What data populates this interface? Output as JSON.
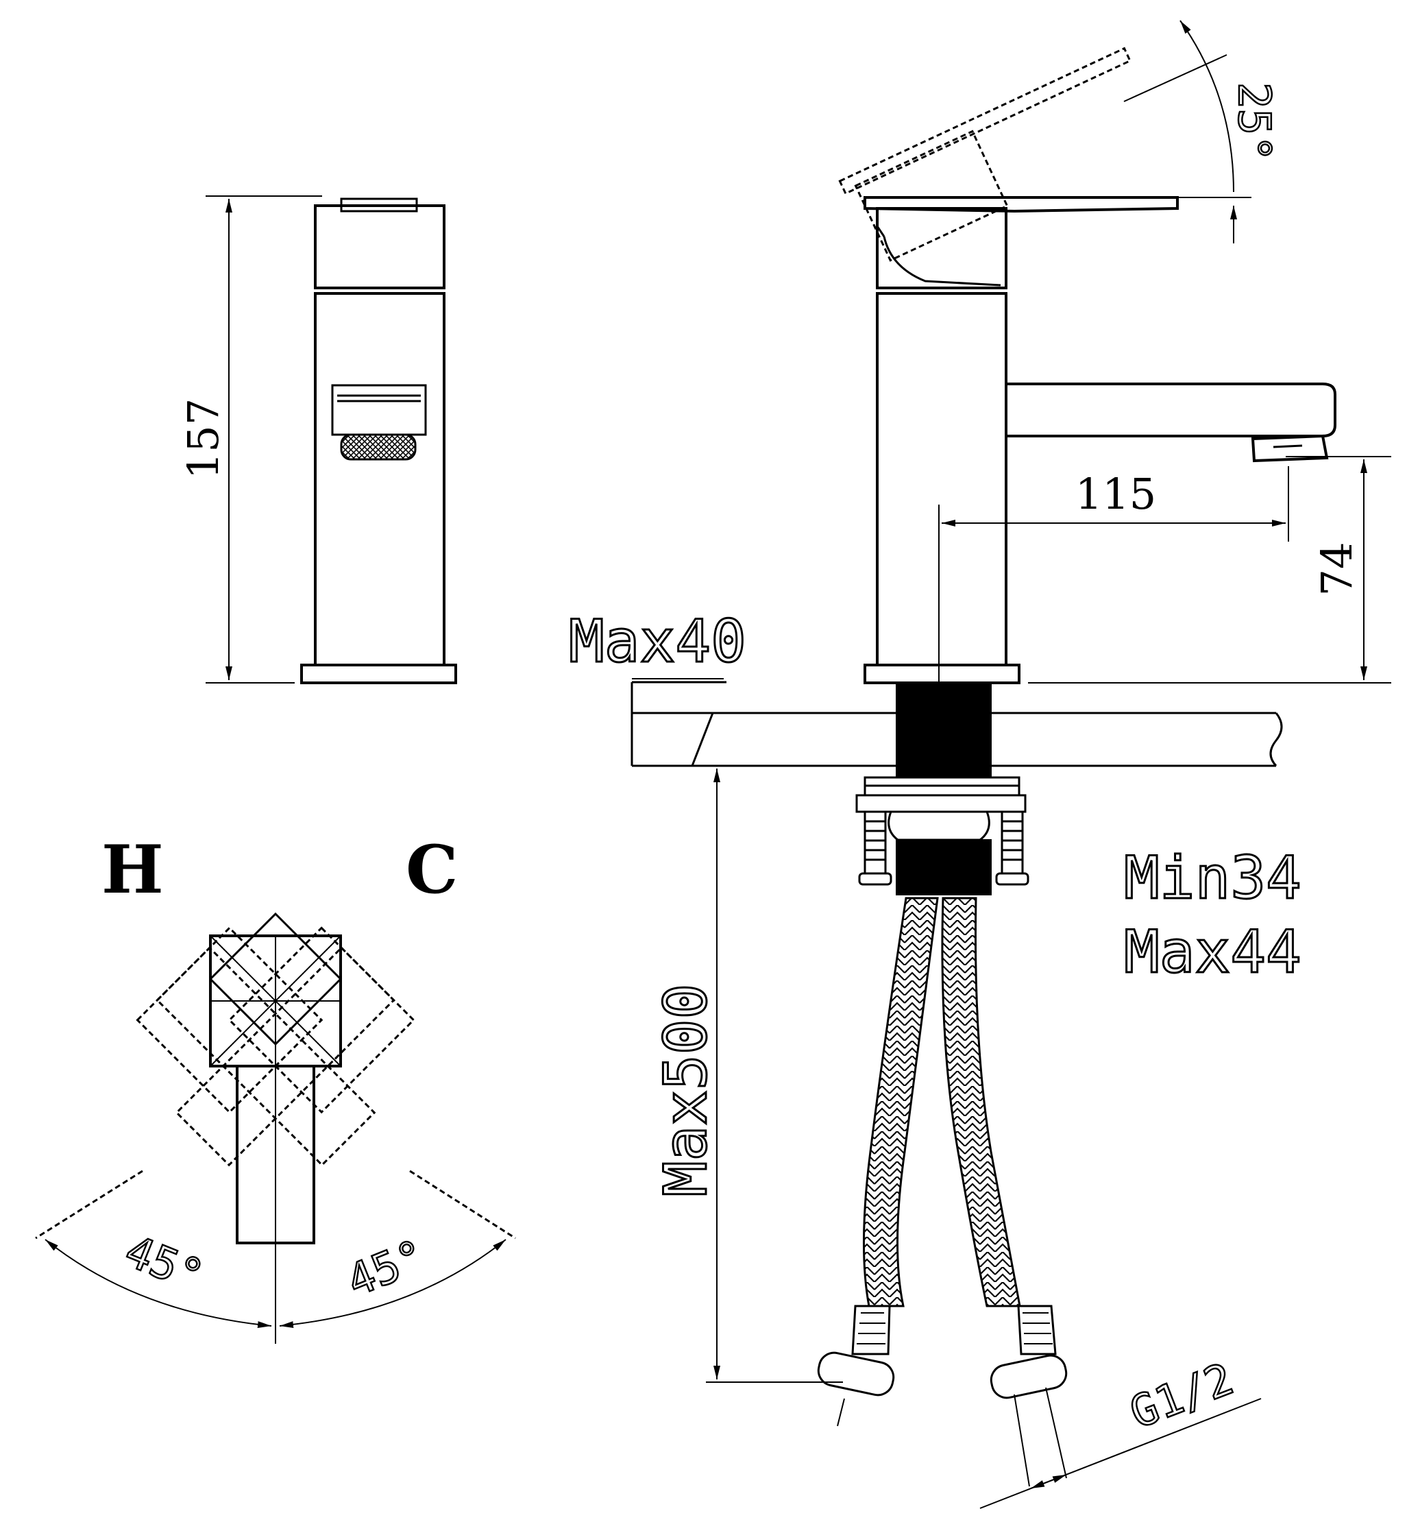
{
  "front_view": {
    "height_dim": "157"
  },
  "side_view": {
    "lever_angle": "25°",
    "spout_reach": "115",
    "spout_height": "74",
    "deck_max": "Max40",
    "hose_length": "Max500",
    "deck_min_label": "Min34",
    "deck_max_label": "Max44",
    "thread": "G1/2"
  },
  "top_view": {
    "hot_label": "H",
    "cold_label": "C",
    "left_angle": "45°",
    "right_angle": "45°"
  }
}
